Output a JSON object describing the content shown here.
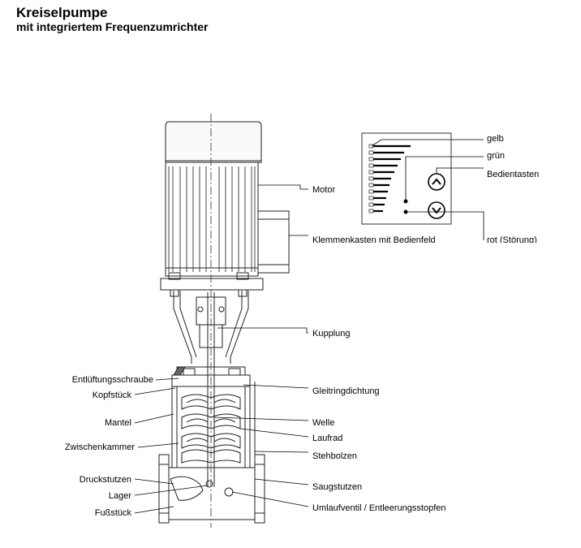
{
  "title": "Kreiselpumpe",
  "subtitle": "mit integriertem Frequenzumrichter",
  "labels_right": {
    "motor": "Motor",
    "klemmenkasten": "Klemmenkasten mit Bedienfeld",
    "kupplung": "Kupplung",
    "gleitringdichtung": "Gleitringdichtung",
    "welle": "Welle",
    "laufrad": "Laufrad",
    "stehbolzen": "Stehbolzen",
    "saugstutzen": "Saugstutzen",
    "umlaufventil": "Umlaufventil / Entleerungsstopfen"
  },
  "labels_left": {
    "entlueftungsschraube": "Entlüftungsschraube",
    "kopfstueck": "Kopfstück",
    "mantel": "Mantel",
    "zwischenkammer": "Zwischenkammer",
    "druckstutzen": "Druckstutzen",
    "lager": "Lager",
    "fussstueck": "Fußstück"
  },
  "panel_labels": {
    "gelb": "gelb",
    "gruen": "grün",
    "bedientasten": "Bedientasten",
    "rot": "rot (Störung)"
  },
  "icons": {
    "up": "chevron-up-icon",
    "down": "chevron-down-icon"
  }
}
